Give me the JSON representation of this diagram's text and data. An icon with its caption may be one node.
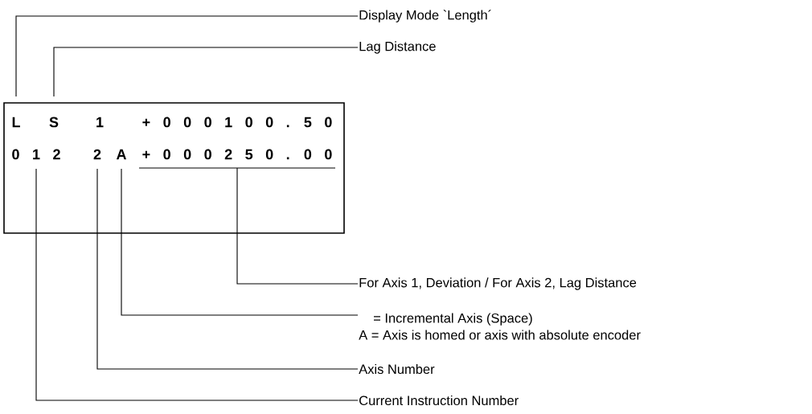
{
  "diagram": {
    "nodes": [
      {
        "text": [],
        "shape": "box"
      },
      {
        "text": [
          "L"
        ],
        "in": 0
      },
      {
        "text": [
          "S"
        ],
        "in": 0
      },
      {
        "text": [
          "1"
        ],
        "in": 0
      },
      {
        "text": [
          "+ 0 0 0 1 0 0 . 5 0"
        ],
        "in": 0
      },
      {
        "text": [
          "0 1 2"
        ],
        "in": 0
      },
      {
        "text": [
          "2"
        ],
        "in": 0
      },
      {
        "text": [
          "A"
        ],
        "in": 0
      },
      {
        "text": [
          "+ 0 0 0 2 5 0 . 0 0"
        ],
        "in": 0
      },
      {
        "text": [
          "Display Mode `Length´"
        ]
      },
      {
        "text": [
          "Lag Distance"
        ]
      },
      {
        "text": [
          "For Axis 1, Deviation /  For Axis 2, Lag Distance"
        ]
      },
      {
        "text": [
          "= Incremental Axis (Space)",
          "A = Axis is homed or axis with absolute encoder"
        ]
      },
      {
        "text": [
          "Axis Number"
        ]
      },
      {
        "text": [
          "Current Instruction Number"
        ]
      }
    ],
    "edges": [
      {
        "from": 9,
        "to": 1,
        "arrow": "none"
      },
      {
        "from": 10,
        "to": 2,
        "arrow": "none"
      },
      {
        "from": 11,
        "to": 8,
        "arrow": "none"
      },
      {
        "from": 12,
        "to": 7,
        "arrow": "none"
      },
      {
        "from": 13,
        "to": 6,
        "arrow": "none"
      },
      {
        "from": 14,
        "to": 5,
        "arrow": "none"
      }
    ]
  }
}
